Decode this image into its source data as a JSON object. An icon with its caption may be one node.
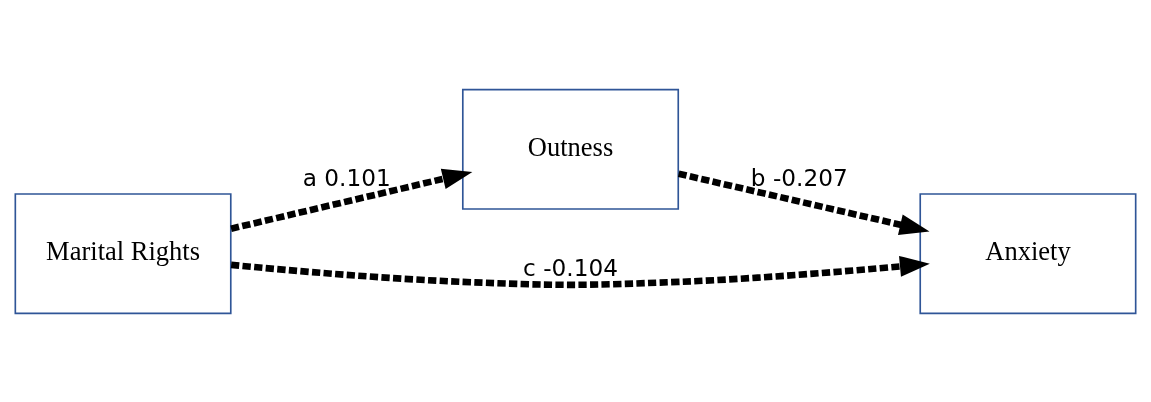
{
  "diagram": {
    "nodes": [
      {
        "text": [
          "Marital Rights"
        ]
      },
      {
        "text": [
          "Outness"
        ]
      },
      {
        "text": [
          "Anxiety"
        ]
      }
    ],
    "edges": [
      {
        "from": 0,
        "to": 1,
        "arrow": "to",
        "label": "a 0.101",
        "style": "dashed"
      },
      {
        "from": 1,
        "to": 2,
        "arrow": "to",
        "label": "b -0.207",
        "style": "dashed"
      },
      {
        "from": 0,
        "to": 2,
        "arrow": "to",
        "label": "c -0.104",
        "style": "dashed"
      }
    ]
  }
}
